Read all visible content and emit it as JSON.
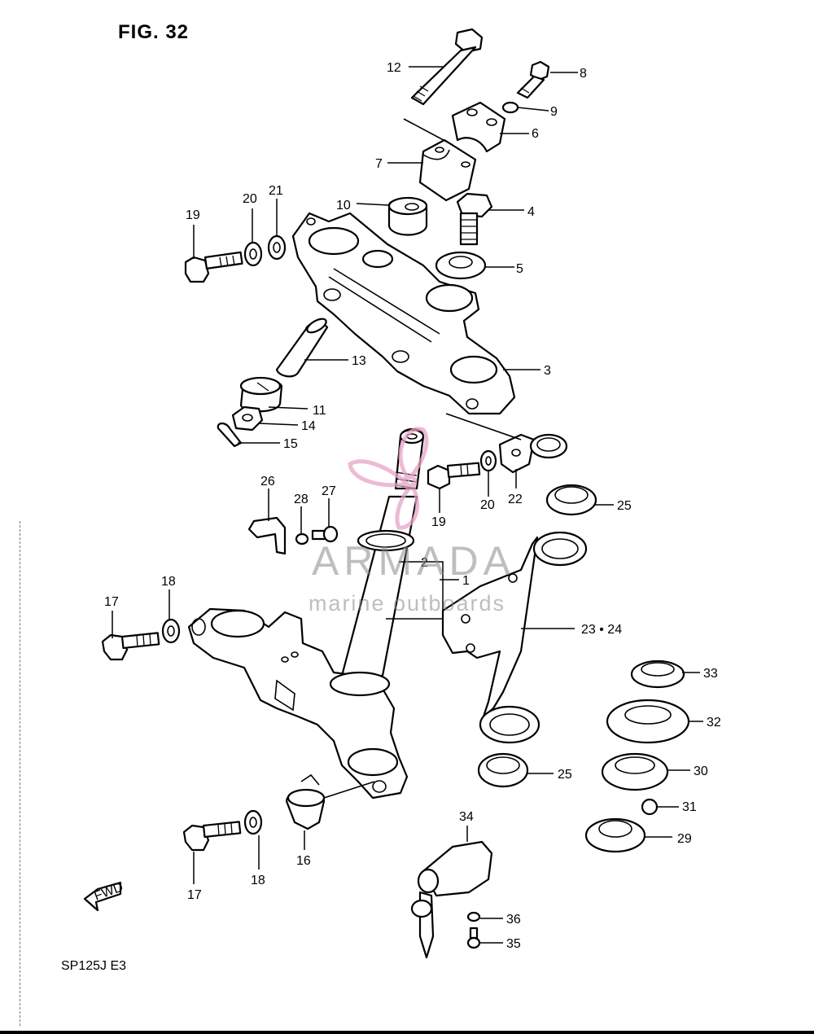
{
  "figure": {
    "title": "FIG. 32",
    "model": "SP125J  E3"
  },
  "watermark": {
    "brand": "ARMADA",
    "tagline": "marine outboards",
    "color": "#e7a3c9"
  },
  "callouts": [
    {
      "id": "c12",
      "text": "12"
    },
    {
      "id": "c8",
      "text": "8"
    },
    {
      "id": "c9",
      "text": "9"
    },
    {
      "id": "c6",
      "text": "6"
    },
    {
      "id": "c7",
      "text": "7"
    },
    {
      "id": "c10",
      "text": "10"
    },
    {
      "id": "c4",
      "text": "4"
    },
    {
      "id": "c5",
      "text": "5"
    },
    {
      "id": "c19a",
      "text": "19"
    },
    {
      "id": "c20a",
      "text": "20"
    },
    {
      "id": "c21",
      "text": "21"
    },
    {
      "id": "c3",
      "text": "3"
    },
    {
      "id": "c13",
      "text": "13"
    },
    {
      "id": "c11",
      "text": "11"
    },
    {
      "id": "c14",
      "text": "14"
    },
    {
      "id": "c15",
      "text": "15"
    },
    {
      "id": "c19b",
      "text": "19"
    },
    {
      "id": "c20b",
      "text": "20"
    },
    {
      "id": "c22",
      "text": "22"
    },
    {
      "id": "c25a",
      "text": "25"
    },
    {
      "id": "c26",
      "text": "26"
    },
    {
      "id": "c28",
      "text": "28"
    },
    {
      "id": "c27",
      "text": "27"
    },
    {
      "id": "c2",
      "text": "2"
    },
    {
      "id": "c1",
      "text": "1"
    },
    {
      "id": "c17a",
      "text": "17"
    },
    {
      "id": "c18a",
      "text": "18"
    },
    {
      "id": "c2324",
      "text": "23 • 24"
    },
    {
      "id": "c33",
      "text": "33"
    },
    {
      "id": "c32",
      "text": "32"
    },
    {
      "id": "c25b",
      "text": "25"
    },
    {
      "id": "c30",
      "text": "30"
    },
    {
      "id": "c31",
      "text": "31"
    },
    {
      "id": "c29",
      "text": "29"
    },
    {
      "id": "c34",
      "text": "34"
    },
    {
      "id": "c16",
      "text": "16"
    },
    {
      "id": "c17b",
      "text": "17"
    },
    {
      "id": "c18b",
      "text": "18"
    },
    {
      "id": "c36",
      "text": "36"
    },
    {
      "id": "c35",
      "text": "35"
    }
  ],
  "direction_arrow": "FWD"
}
